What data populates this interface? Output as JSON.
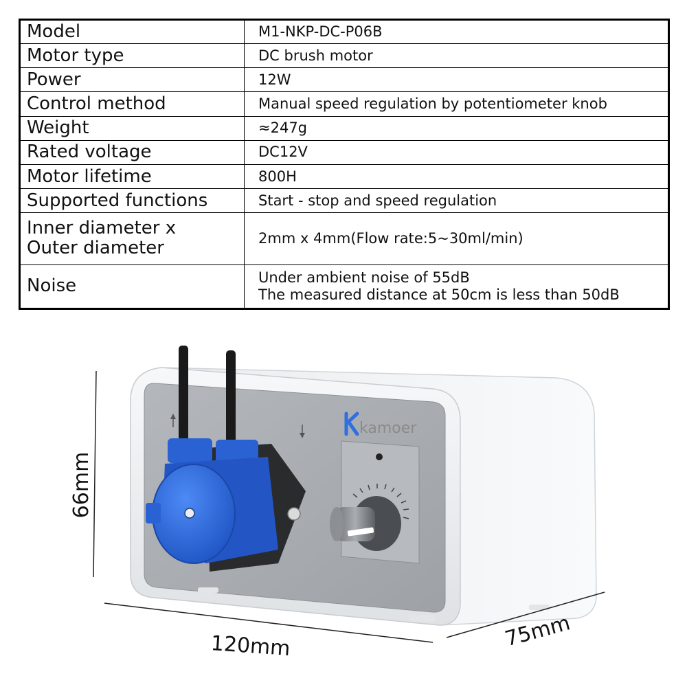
{
  "specs": [
    {
      "label": "Model",
      "value": "M1-NKP-DC-P06B"
    },
    {
      "label": "Motor type",
      "value": "DC brush motor"
    },
    {
      "label": "Power",
      "value": "12W"
    },
    {
      "label": "Control method",
      "value": "Manual speed regulation by potentiometer knob"
    },
    {
      "label": "Weight",
      "value": "≈247g"
    },
    {
      "label": "Rated voltage",
      "value": "DC12V"
    },
    {
      "label": "Motor lifetime",
      "value": "800H"
    },
    {
      "label": "Supported functions",
      "value": "Start - stop and speed regulation"
    },
    {
      "label_lines": [
        "Inner diameter x",
        "Outer diameter"
      ],
      "value": "2mm x 4mm(Flow rate:5~30ml/min)"
    },
    {
      "label": "Noise",
      "value_lines": [
        "Under ambient noise of 55dB",
        "The measured distance at 50cm is less than 50dB"
      ]
    }
  ],
  "product": {
    "brand": "kamoer",
    "dimensions": {
      "height": "66mm",
      "width": "120mm",
      "depth": "75mm"
    },
    "colors": {
      "pump_head": "#2f6fe0",
      "panel": "#a9adb2",
      "housing": "#eef0f2"
    }
  }
}
